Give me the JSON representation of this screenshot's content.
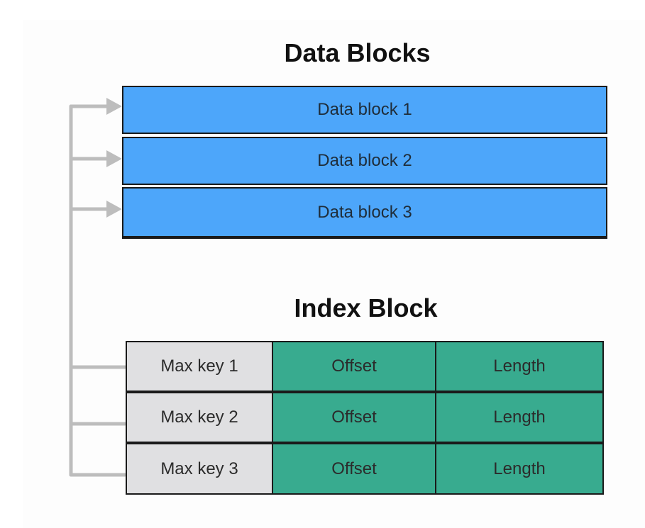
{
  "data_blocks_title": "Data Blocks",
  "index_block_title": "Index Block",
  "data_blocks": [
    {
      "label": "Data block 1"
    },
    {
      "label": "Data block 2"
    },
    {
      "label": "Data block 3"
    }
  ],
  "index_rows": [
    {
      "key": "Max key 1",
      "offset": "Offset",
      "length": "Length"
    },
    {
      "key": "Max key 2",
      "offset": "Offset",
      "length": "Length"
    },
    {
      "key": "Max key 3",
      "offset": "Offset",
      "length": "Length"
    }
  ],
  "colors": {
    "data_block": "#4da6fa",
    "key_cell": "#e0e0e2",
    "offset_length_cell": "#38ab8f",
    "connector": "#bdbdbd"
  }
}
